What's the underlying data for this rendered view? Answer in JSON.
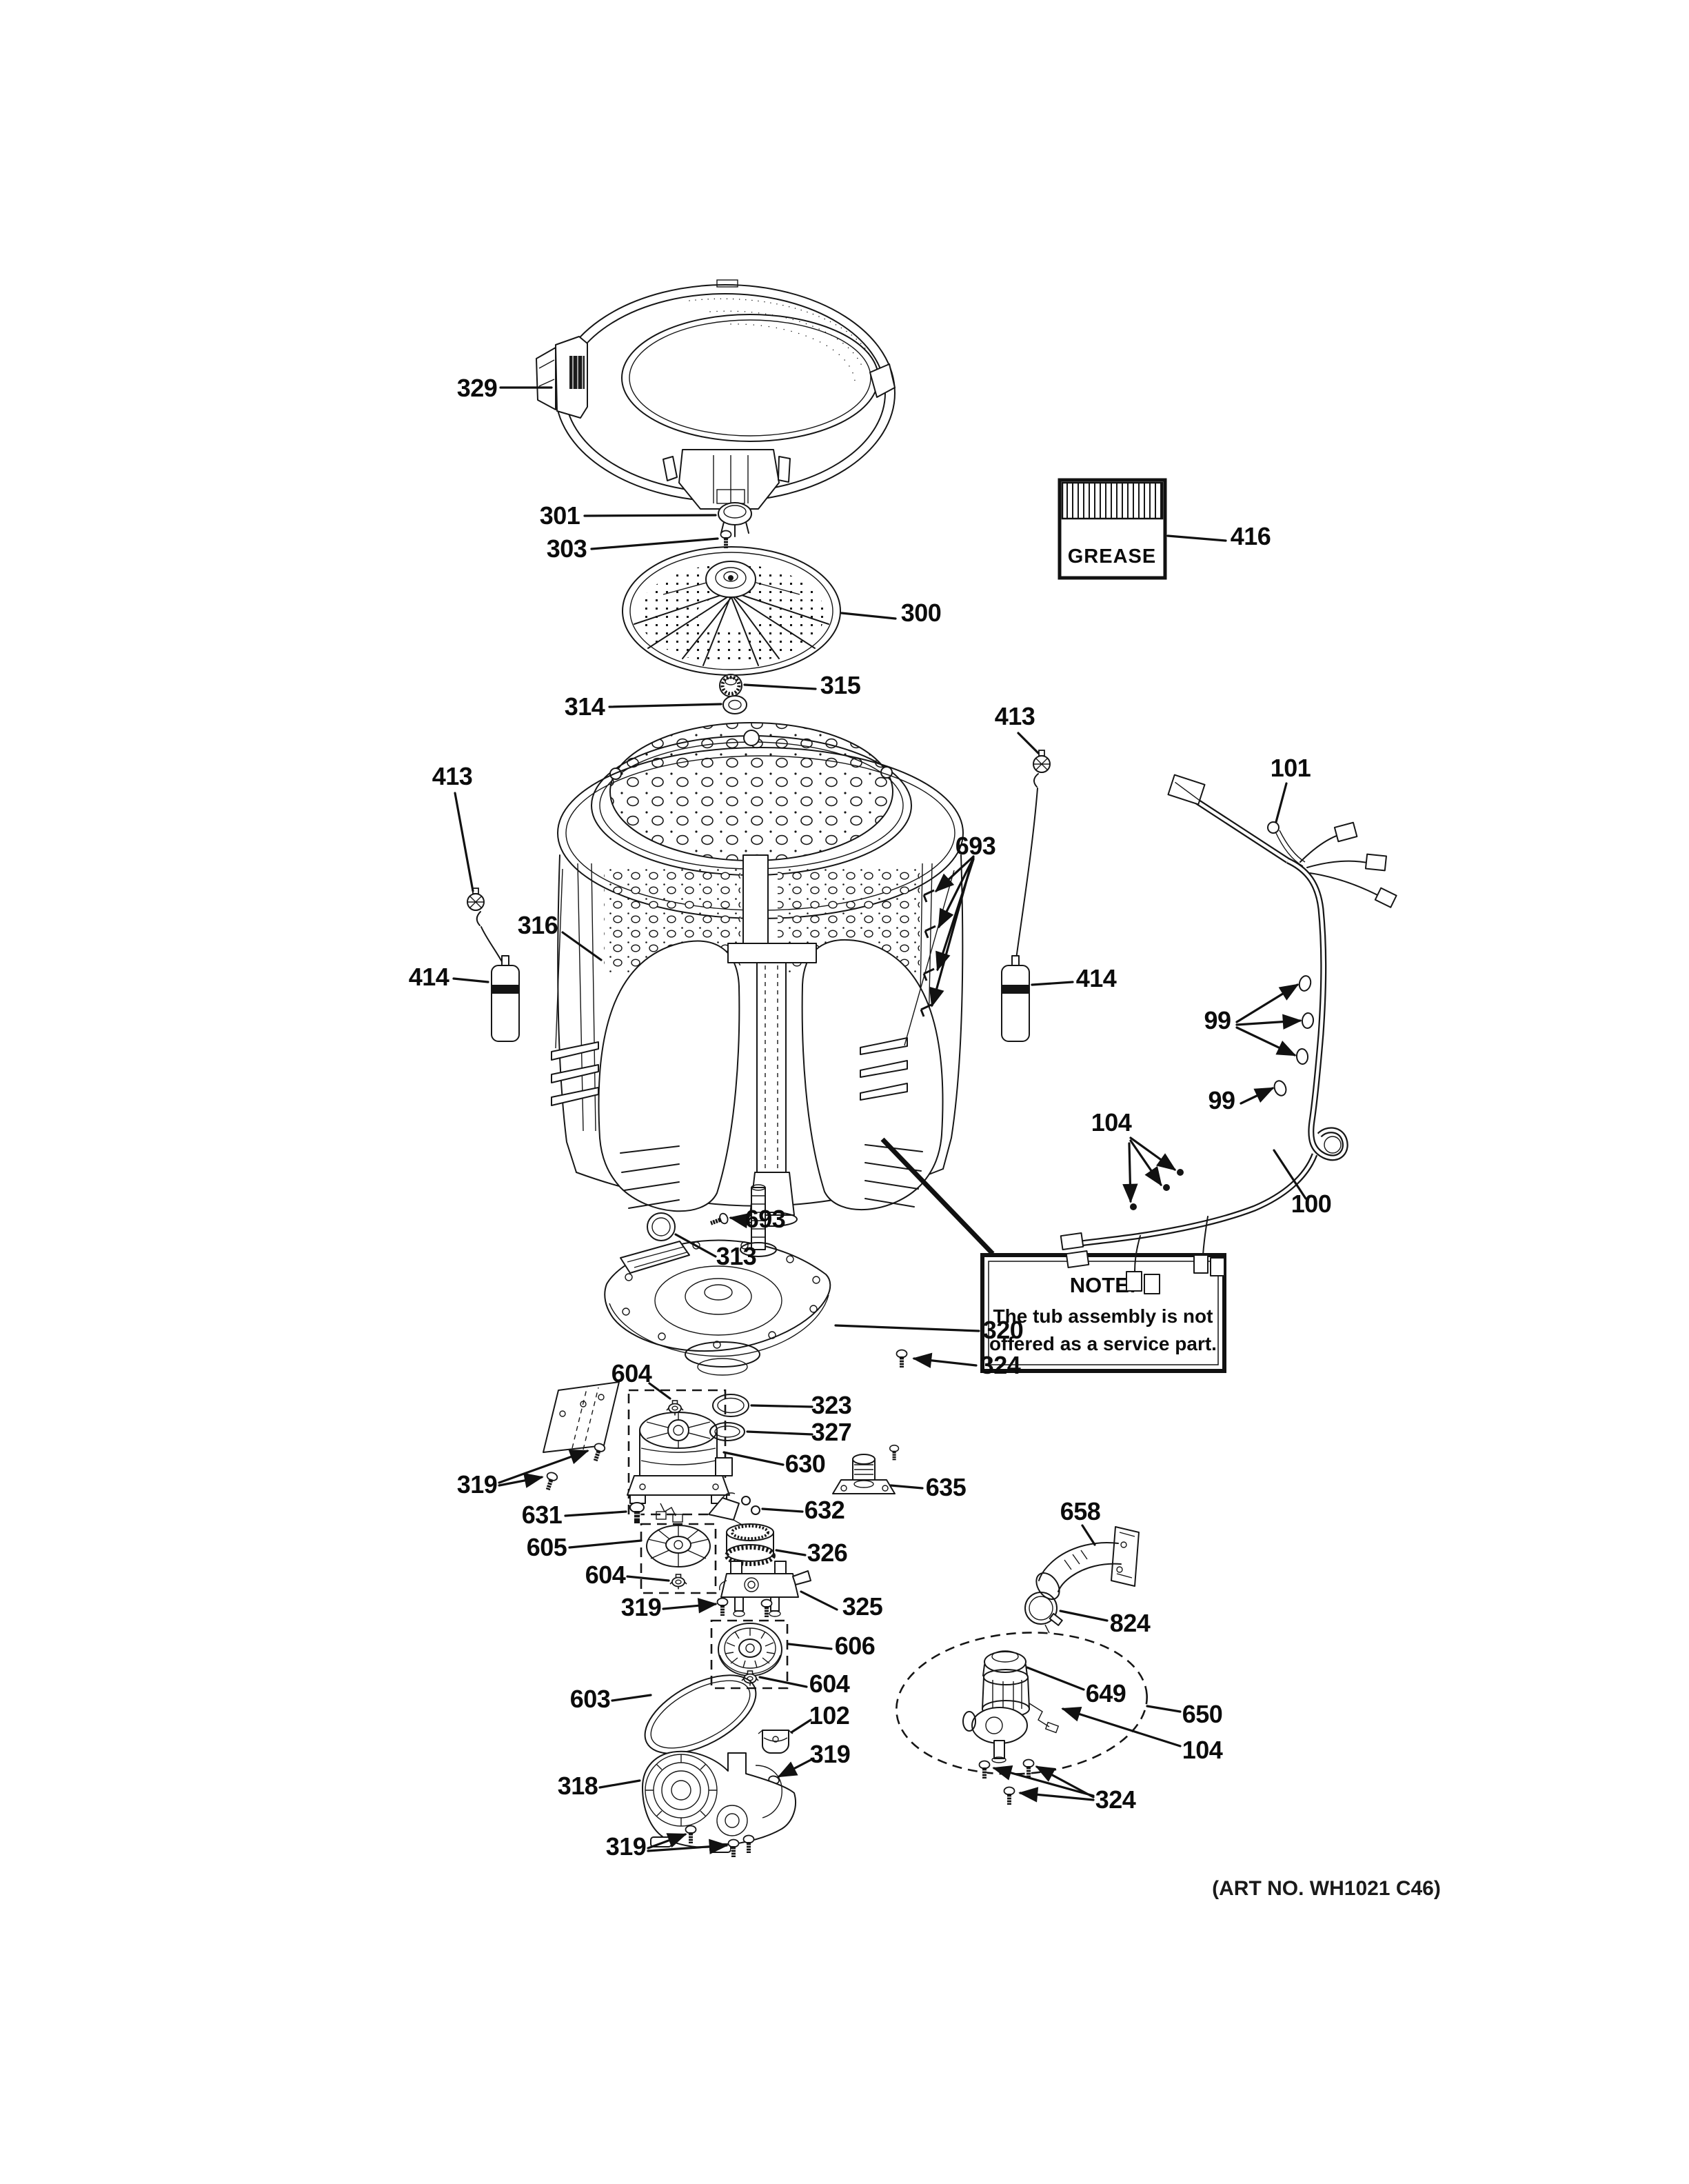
{
  "note": {
    "title": "NOTE:",
    "line1": "The tub assembly is not",
    "line2": "offered as a service part."
  },
  "grease": {
    "label": "GREASE"
  },
  "footer": {
    "art_no": "(ART NO. WH1021 C46)"
  },
  "callouts": {
    "c329": {
      "text": "329"
    },
    "c301": {
      "text": "301"
    },
    "c303": {
      "text": "303"
    },
    "c300": {
      "text": "300"
    },
    "c416": {
      "text": "416"
    },
    "c315": {
      "text": "315"
    },
    "c314": {
      "text": "314"
    },
    "c413_left": {
      "text": "413"
    },
    "c413_right": {
      "text": "413"
    },
    "c316": {
      "text": "316"
    },
    "c693_top": {
      "text": "693"
    },
    "c101": {
      "text": "101"
    },
    "c414_left": {
      "text": "414"
    },
    "c414_right": {
      "text": "414"
    },
    "c99_upper": {
      "text": "99"
    },
    "c99_lower": {
      "text": "99"
    },
    "c104_harness": {
      "text": "104"
    },
    "c100": {
      "text": "100"
    },
    "c693_bottom": {
      "text": "693"
    },
    "c313": {
      "text": "313"
    },
    "c320": {
      "text": "320"
    },
    "c324_gearcase": {
      "text": "324"
    },
    "c604_top": {
      "text": "604"
    },
    "c323": {
      "text": "323"
    },
    "c327": {
      "text": "327"
    },
    "c630": {
      "text": "630"
    },
    "c635": {
      "text": "635"
    },
    "c319_motor": {
      "text": "319"
    },
    "c631": {
      "text": "631"
    },
    "c632": {
      "text": "632"
    },
    "c605": {
      "text": "605"
    },
    "c604_mid": {
      "text": "604"
    },
    "c326": {
      "text": "326"
    },
    "c325": {
      "text": "325"
    },
    "c319_shifter": {
      "text": "319"
    },
    "c606": {
      "text": "606"
    },
    "c604_bottom": {
      "text": "604"
    },
    "c603": {
      "text": "603"
    },
    "c102": {
      "text": "102"
    },
    "c319_cover_upper": {
      "text": "319"
    },
    "c318": {
      "text": "318"
    },
    "c319_cover_lower": {
      "text": "319"
    },
    "c658": {
      "text": "658"
    },
    "c824": {
      "text": "824"
    },
    "c649": {
      "text": "649"
    },
    "c650": {
      "text": "650"
    },
    "c104_pump": {
      "text": "104"
    },
    "c324_pump": {
      "text": "324"
    }
  }
}
